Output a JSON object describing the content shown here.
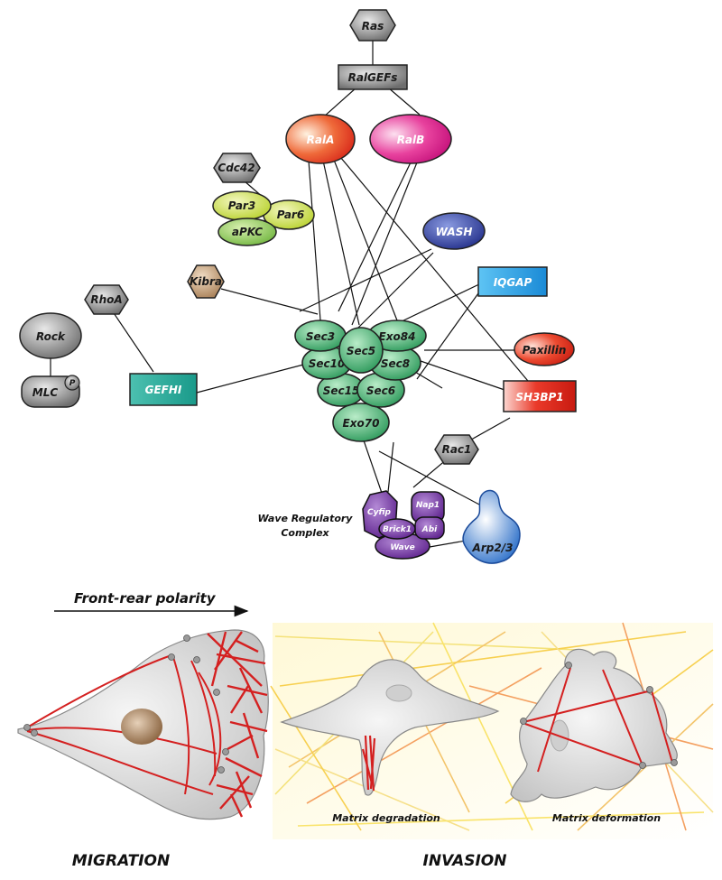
{
  "nodes": {
    "ras": "Ras",
    "ralgefs": "RalGEFs",
    "rala": "RalA",
    "ralb": "RalB",
    "cdc42": "Cdc42",
    "par3": "Par3",
    "par6": "Par6",
    "apkc": "aPKC",
    "wash": "WASH",
    "kibra": "Kibra",
    "rhoa": "RhoA",
    "iqgap": "IQGAP",
    "rock": "Rock",
    "p": "P",
    "mlc": "MLC",
    "gefhi": "GEFHI",
    "sec3": "Sec3",
    "sec5": "Sec5",
    "exo84": "Exo84",
    "sec10": "Sec10",
    "sec8": "Sec8",
    "sec15": "Sec15",
    "sec6": "Sec6",
    "exo70": "Exo70",
    "paxillin": "Paxillin",
    "sh3bp1": "SH3BP1",
    "rac1": "Rac1",
    "cyfip": "Cyfip",
    "nap1": "Nap1",
    "brick1": "Brick1",
    "abi": "Abi",
    "wave": "Wave",
    "arp23": "Arp2/3"
  },
  "labels": {
    "wrc_line1": "Wave Regulatory",
    "wrc_line2": "Complex",
    "polarity": "Front-rear polarity",
    "matrix_degradation": "Matrix degradation",
    "matrix_deformation": "Matrix deformation",
    "migration": "MIGRATION",
    "invasion": "INVASION"
  },
  "colors": {
    "gray_node": "#8a8a8a",
    "ral_a": "#e8412a",
    "ral_b": "#e0208c",
    "exocyst": "#4cb87a",
    "yellow_green": "#c9dc3c",
    "wash": "#2a3a9a",
    "iqgap": "#2a9be0",
    "gefhi": "#2aa89a",
    "kibra": "#b08a60",
    "paxillin": "#e03a2a",
    "wrc": "#6a2a9a",
    "arp23": "#3a80d0",
    "stress_fiber": "#d42020"
  }
}
